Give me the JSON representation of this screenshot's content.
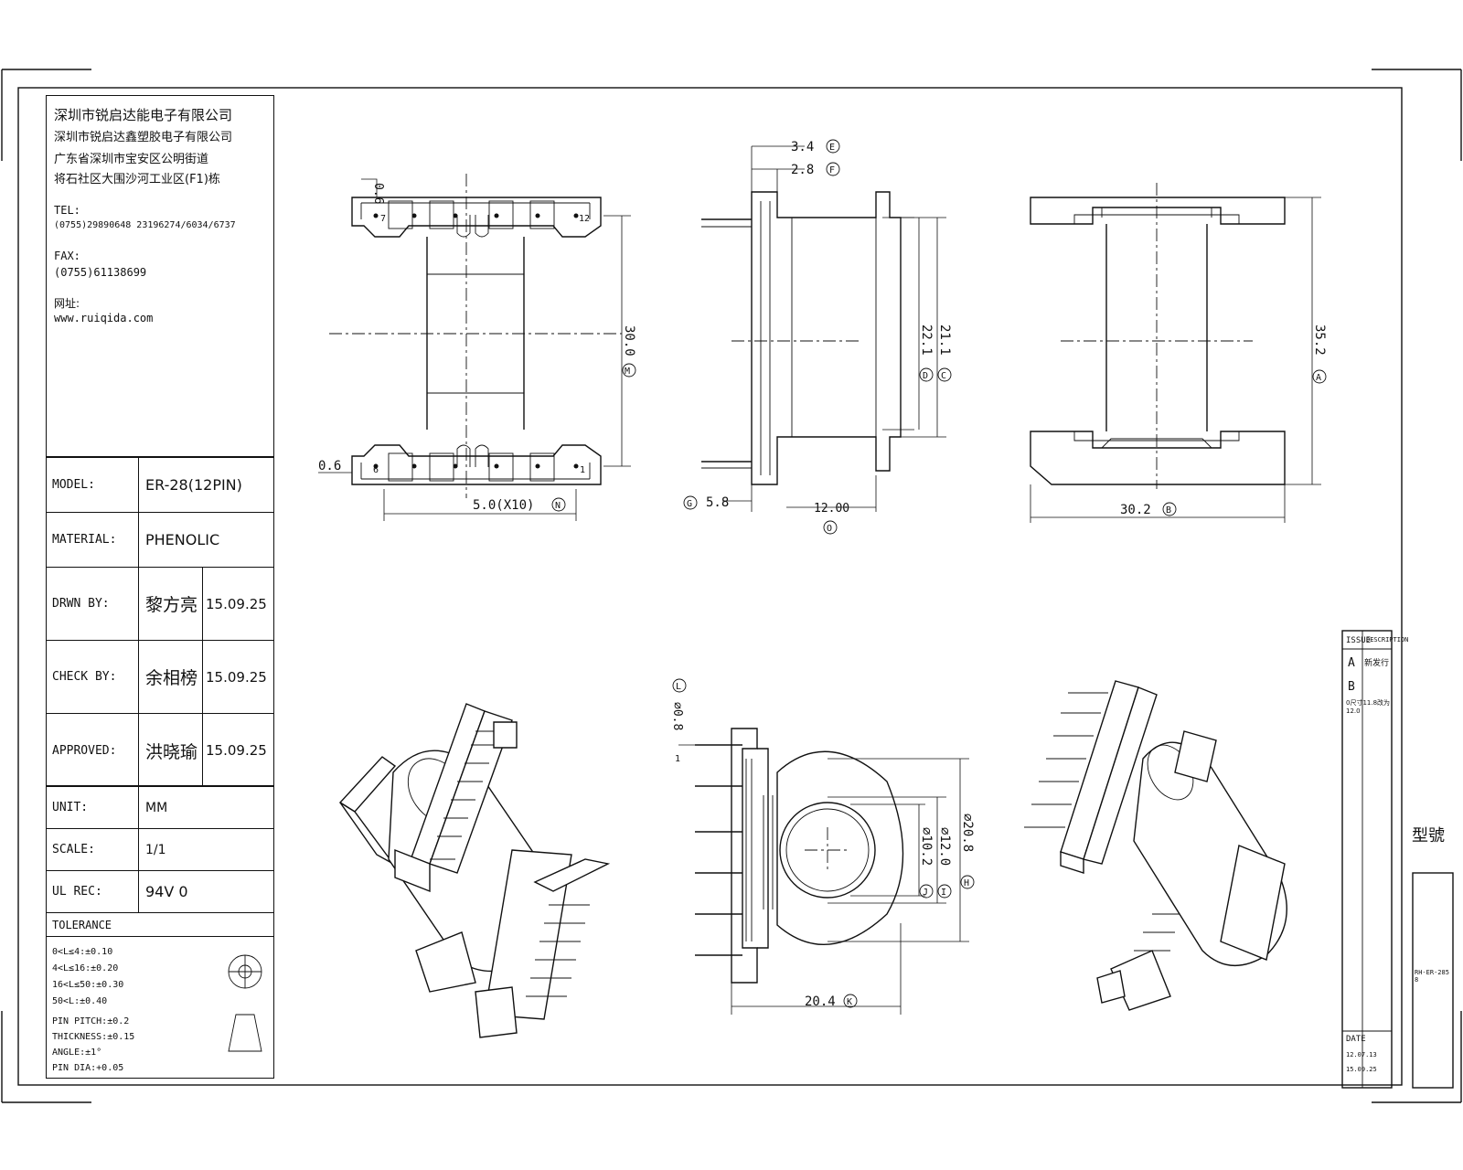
{
  "company": {
    "name": "深圳市锐启达能电子有限公司",
    "name2": "深圳市锐启达鑫塑胶电子有限公司",
    "address1": "广东省深圳市宝安区公明街道",
    "address2": "将石社区大围沙河工业区(F1)栋",
    "tel_label": "TEL:",
    "tel": "(0755)29890648  23196274/6034/6737",
    "fax_label": "FAX:",
    "fax": "(0755)61138699",
    "web_label": "网址:",
    "web": "www.ruiqida.com"
  },
  "title_block": {
    "model_label": "MODEL:",
    "model_value": "ER-28(12PIN)",
    "material_label": "MATERIAL:",
    "material_value": "PHENOLIC",
    "drawn_label": "DRWN BY:",
    "drawn_name": "黎方亮",
    "drawn_date": "15.09.25",
    "check_label": "CHECK BY:",
    "check_name": "余相榜",
    "check_date": "15.09.25",
    "approved_label": "APPROVED:",
    "approved_name": "洪晓瑜",
    "approved_date": "15.09.25",
    "unit_label": "UNIT:",
    "unit_value": "MM",
    "scale_label": "SCALE:",
    "scale_value": "1/1",
    "ul_label": "UL REC:",
    "ul_value": "94V 0",
    "tolerance_title": "TOLERANCE",
    "tolerance": [
      "0<L≤4:±0.10",
      "4<L≤16:±0.20",
      "16<L≤50:±0.30",
      "50<L:±0.40"
    ],
    "tolerance_extra": [
      "PIN PITCH:±0.2",
      "THICKNESS:±0.15",
      "ANGLE:±1°",
      "PIN DIA:+0.05"
    ]
  },
  "revision": {
    "issue_label": "ISSUE",
    "desc_label": "DESCRIPTION",
    "date_label": "DATE",
    "rows": [
      {
        "issue": "A",
        "desc": "新发行",
        "date": "12.07.13"
      },
      {
        "issue": "B",
        "desc": "0尺寸11.8改为12.0",
        "date": "15.09.25"
      }
    ],
    "part_label": "型號",
    "part_no": "RH-ER-2858"
  },
  "dimensions": {
    "top_pin_offset": "0.6",
    "bottom_pin_offset": "0.6",
    "height_m": "30.0",
    "letter_m": "M",
    "pitch_n": "5.0(X10)",
    "letter_n": "N",
    "pin_num_top_left": "7",
    "pin_num_top_right": "12",
    "pin_num_bot_left": "6",
    "pin_num_bot_right": "1",
    "side_e": "3.4",
    "letter_e": "E",
    "side_f": "2.8",
    "letter_f": "F",
    "side_c": "21.1",
    "letter_c": "C",
    "side_d": "22.1",
    "letter_d": "D",
    "side_g": "5.8",
    "letter_g": "G",
    "side_o": "12.00",
    "letter_o": "O",
    "front_a": "35.2",
    "letter_a": "A",
    "front_b": "30.2",
    "letter_b": "B",
    "pin_dia_l": "⌀0.8",
    "letter_l": "L",
    "end_h": "⌀20.8",
    "letter_h": "H",
    "end_i": "⌀12.0",
    "letter_i": "I",
    "end_j": "⌀10.2",
    "letter_j": "J",
    "end_k": "20.4",
    "letter_k": "K",
    "end_pin1": "1"
  }
}
